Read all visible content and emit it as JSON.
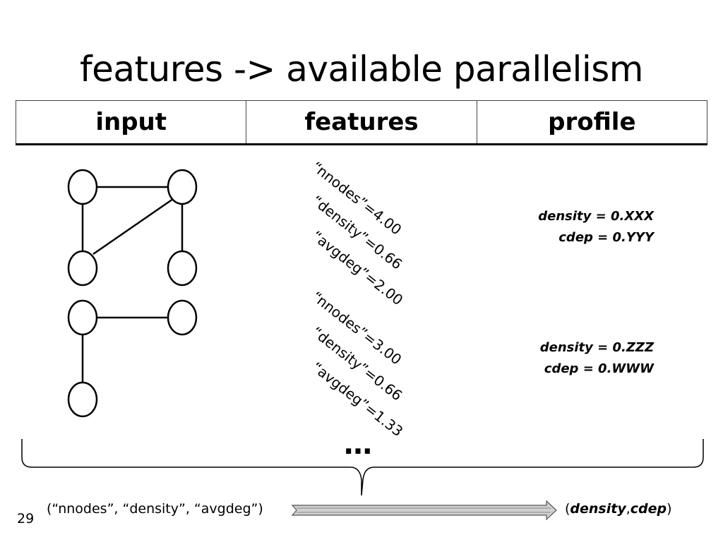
{
  "slide": {
    "title": "features -> available parallelism",
    "page_number": "29"
  },
  "table": {
    "headers": [
      "input",
      "features",
      "profile"
    ]
  },
  "features": {
    "graph1": [
      "“nnodes”=4.00",
      "“density”=0.66",
      "“avgdeg”=2.00"
    ],
    "graph2": [
      "“nnodes”=3.00",
      "“density”=0.66",
      "“avgdeg”=1.33"
    ]
  },
  "profiles": {
    "graph1": [
      "density = 0.XXX",
      "cdep = 0.YYY"
    ],
    "graph2": [
      "density = 0.ZZZ",
      "cdep = 0.WWW"
    ]
  },
  "continuation": "…",
  "bottom": {
    "input_tuple": "(“nnodes”, “density”, “avgdeg”)",
    "output_open": "(",
    "output_density": "density",
    "output_comma": ",",
    "output_cdep": "cdep",
    "output_close": ")"
  }
}
